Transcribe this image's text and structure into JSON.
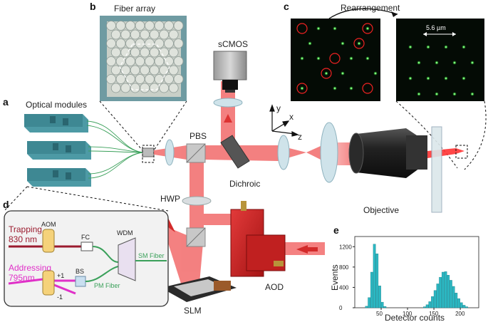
{
  "panels": {
    "a": "a",
    "b": "b",
    "c": "c",
    "d": "d",
    "e": "e"
  },
  "labels": {
    "fiber_array": "Fiber array",
    "rearrangement": "Rearrangement",
    "scale": "5.6 µm",
    "optical_modules": "Optical modules",
    "scmos": "sCMOS",
    "pbs": "PBS",
    "dichroic": "Dichroic",
    "objective": "Objective",
    "hwp": "HWP",
    "slm": "SLM",
    "aod": "AOD",
    "axis_x": "x",
    "axis_y": "y",
    "axis_z": "z"
  },
  "module_d": {
    "trapping": "Trapping",
    "trapping_wl": "830 nm",
    "addressing": "Addressing",
    "addressing_wl": "795nm",
    "aom": "AOM",
    "fc": "FC",
    "bs": "BS",
    "wdm": "WDM",
    "plus1": "+1",
    "minus1": "-1",
    "pm_fiber": "PM Fiber",
    "sm_fiber": "SM Fiber"
  },
  "colors": {
    "beam": "#f26b6b",
    "module_teal": "#3f8f9a",
    "hist_bar": "#2bb8c3",
    "trap_line": "#9b1b2e",
    "address_line": "#e030c8",
    "fiber_green": "#3aa05a"
  },
  "chart_data": {
    "type": "bar",
    "title": "",
    "xlabel": "Detector counts",
    "ylabel": "Events",
    "xlim": [
      0,
      235
    ],
    "ylim": [
      0,
      1400
    ],
    "xticks": [
      50,
      100,
      150,
      200
    ],
    "yticks": [
      0,
      400,
      800,
      1200
    ],
    "bin_width": 5,
    "bins": [
      {
        "x": 20,
        "y": 30
      },
      {
        "x": 25,
        "y": 200
      },
      {
        "x": 30,
        "y": 700
      },
      {
        "x": 35,
        "y": 1250
      },
      {
        "x": 40,
        "y": 1060
      },
      {
        "x": 45,
        "y": 430
      },
      {
        "x": 50,
        "y": 110
      },
      {
        "x": 55,
        "y": 25
      },
      {
        "x": 130,
        "y": 20
      },
      {
        "x": 135,
        "y": 60
      },
      {
        "x": 140,
        "y": 120
      },
      {
        "x": 145,
        "y": 220
      },
      {
        "x": 150,
        "y": 340
      },
      {
        "x": 155,
        "y": 470
      },
      {
        "x": 160,
        "y": 600
      },
      {
        "x": 165,
        "y": 700
      },
      {
        "x": 170,
        "y": 710
      },
      {
        "x": 175,
        "y": 640
      },
      {
        "x": 180,
        "y": 540
      },
      {
        "x": 185,
        "y": 420
      },
      {
        "x": 190,
        "y": 290
      },
      {
        "x": 195,
        "y": 180
      },
      {
        "x": 200,
        "y": 100
      },
      {
        "x": 205,
        "y": 50
      },
      {
        "x": 210,
        "y": 20
      }
    ]
  }
}
